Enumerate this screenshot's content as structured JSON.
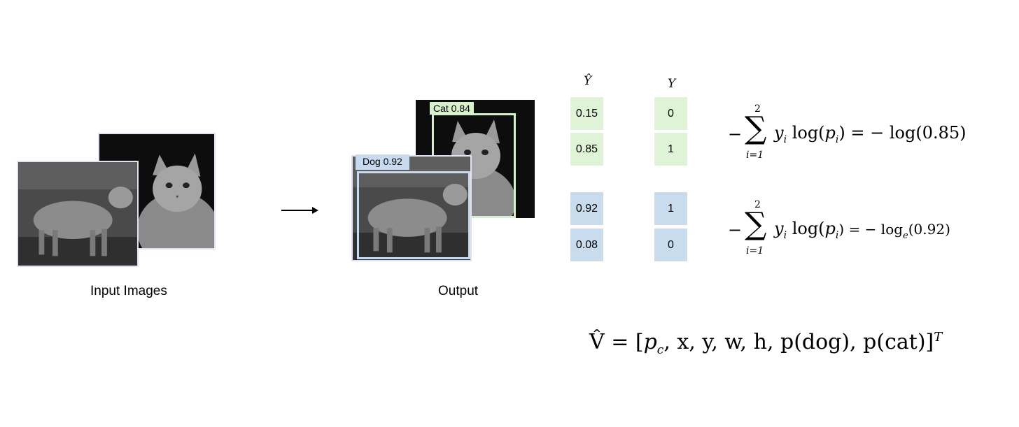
{
  "input": {
    "caption": "Input Images"
  },
  "output": {
    "caption": "Output",
    "cat_label": "Cat 0.84",
    "dog_label": "Dog 0.92"
  },
  "columns": {
    "pred_head": "Ŷ",
    "true_head": "Y"
  },
  "cat_vector": {
    "pred": [
      "0.15",
      "0.85"
    ],
    "truth": [
      "0",
      "1"
    ]
  },
  "dog_vector": {
    "pred": [
      "0.92",
      "0.08"
    ],
    "truth": [
      "1",
      "0"
    ]
  },
  "loss_cat": {
    "lower": "i=1",
    "upper": "2",
    "term": "y",
    "sub": "i",
    "log_text": "log(",
    "p": "p",
    "result": ") = − log(0.85)"
  },
  "loss_dog": {
    "lower": "i=1",
    "upper": "2",
    "term": "y",
    "sub": "i",
    "log_text": "log(",
    "p": "p",
    "result_prefix": ")  = − log",
    "result_sub": "e",
    "result_suffix": "(0.92)"
  },
  "vector_formula": {
    "lhs": "V̂ = [",
    "body_p": "p",
    "body_pc_sub": "c",
    "body_rest": ", x, y, w, h, p(dog), p(cat)]",
    "sup": "T"
  },
  "colors": {
    "cat_box": "#d9f0cc",
    "dog_box": "#c9d9ef",
    "green_cell": "#dff4d6",
    "blue_cell": "#c8dced"
  }
}
